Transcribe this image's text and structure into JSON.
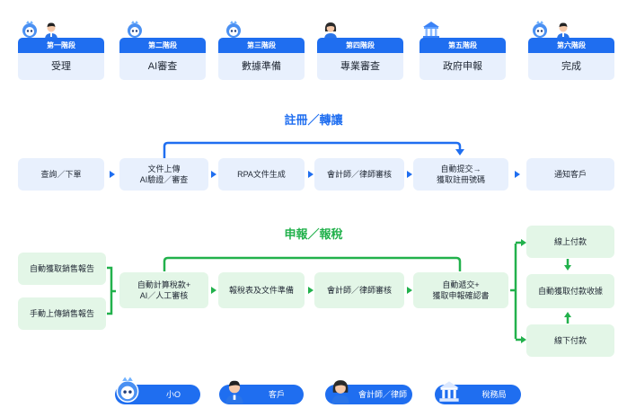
{
  "stages": [
    {
      "label": "第一階段",
      "name": "受理"
    },
    {
      "label": "第二階段",
      "name": "AI審查"
    },
    {
      "label": "第三階段",
      "name": "數據準備"
    },
    {
      "label": "第四階段",
      "name": "專業審查"
    },
    {
      "label": "第五階段",
      "name": "政府申報"
    },
    {
      "label": "第六階段",
      "name": "完成"
    }
  ],
  "registration": {
    "title": "註冊／轉讓",
    "steps": [
      "查詢／下單",
      "文件上傳\nAI驗證／審查",
      "RPA文件生成",
      "會計師／律師審核",
      "自動提交→\n獲取註冊號碼",
      "通知客戶"
    ]
  },
  "tax": {
    "title": "申報／報稅",
    "inputs": [
      "自動獲取銷售報告",
      "手動上傳銷售報告"
    ],
    "steps": [
      "自動計算稅款+\nAI／人工審核",
      "報稅表及文件準備",
      "會計師／律師審核",
      "自動遞交+\n獲取申報確認書"
    ],
    "payment": [
      "線上付款",
      "自動獲取付款收據",
      "線下付款"
    ]
  },
  "legend": [
    "小O",
    "客戶",
    "會計師／律師",
    "稅務局"
  ],
  "colors": {
    "primary_blue": "#1f6ef0",
    "green": "#22b14c",
    "light_blue": "#e8f0fd",
    "light_green": "#e3f6e7"
  }
}
